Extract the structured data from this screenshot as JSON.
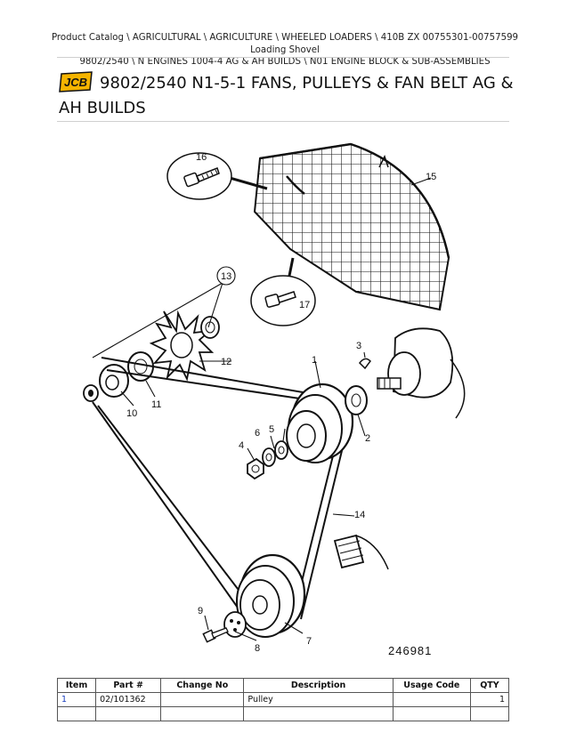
{
  "breadcrumb": {
    "line1": "Product Catalog  \\  AGRICULTURAL  \\  AGRICULTURE  \\  WHEELED LOADERS  \\  410B ZX 00755301-00757599 Loading Shovel",
    "line2": "9802/2540  \\  N ENGINES 1004-4 AG & AH BUILDS  \\  N01 ENGINE BLOCK & SUB-ASSEMBLIES"
  },
  "logo_text": "JCB",
  "page_title": "9802/2540 N1-5-1 FANS, PULLEYS & FAN BELT AG & AH BUILDS",
  "diagram": {
    "callouts": [
      "1",
      "2",
      "3",
      "4",
      "5",
      "6",
      "7",
      "8",
      "9",
      "10",
      "11",
      "12",
      "13",
      "14",
      "15",
      "16",
      "17"
    ],
    "figure_number": "246981"
  },
  "table": {
    "headers": [
      "Item",
      "Part #",
      "Change No",
      "Description",
      "Usage Code",
      "QTY"
    ],
    "rows": [
      {
        "item": "1",
        "part": "02/101362",
        "change": "",
        "description": "Pulley",
        "usage": "",
        "qty": "1"
      }
    ]
  }
}
